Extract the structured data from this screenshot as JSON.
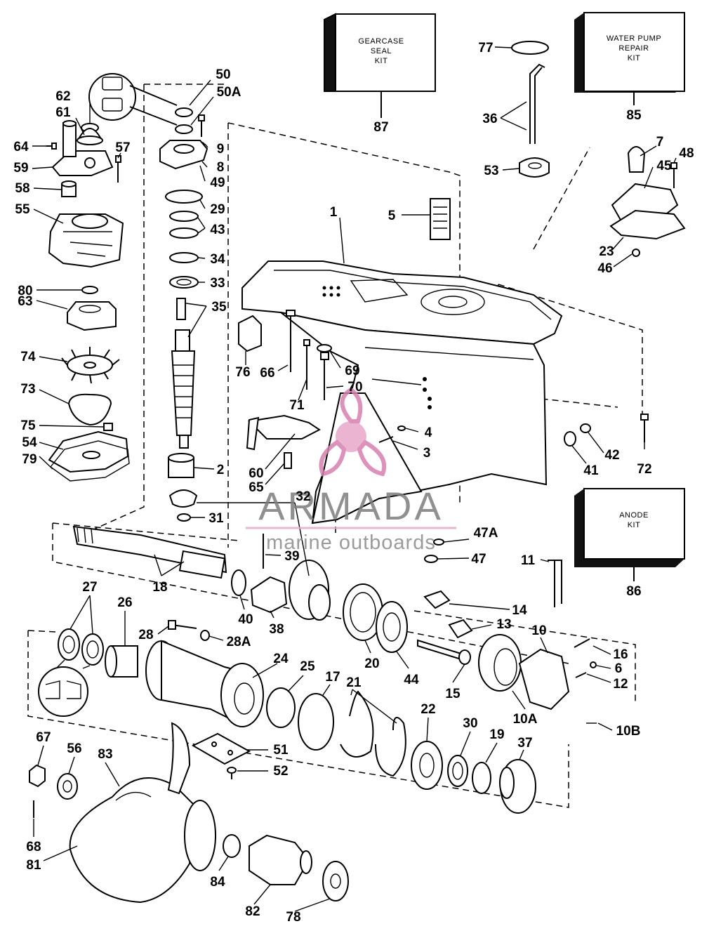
{
  "kits": {
    "gearcase_seal": [
      "GEARCASE",
      "SEAL",
      "KIT"
    ],
    "water_pump_repair": [
      "WATER PUMP",
      "REPAIR",
      "KIT"
    ],
    "anode": [
      "ANODE",
      "KIT"
    ]
  },
  "callouts": {
    "p1": "1",
    "p2": "2",
    "p3": "3",
    "p4": "4",
    "p5": "5",
    "p6": "6",
    "p7": "7",
    "p8": "8",
    "p9": "9",
    "p10": "10",
    "p10A": "10A",
    "p10B": "10B",
    "p11": "11",
    "p12": "12",
    "p13": "13",
    "p14": "14",
    "p15": "15",
    "p16": "16",
    "p17": "17",
    "p18": "18",
    "p19": "19",
    "p20": "20",
    "p21": "21",
    "p22": "22",
    "p23": "23",
    "p24": "24",
    "p25": "25",
    "p26": "26",
    "p27": "27",
    "p28": "28",
    "p28A": "28A",
    "p29": "29",
    "p30": "30",
    "p31": "31",
    "p32": "32",
    "p33": "33",
    "p34": "34",
    "p35": "35",
    "p36": "36",
    "p37": "37",
    "p38": "38",
    "p39": "39",
    "p40": "40",
    "p41": "41",
    "p42": "42",
    "p43": "43",
    "p44": "44",
    "p45": "45",
    "p46": "46",
    "p47": "47",
    "p47A": "47A",
    "p48": "48",
    "p49": "49",
    "p50": "50",
    "p50A": "50A",
    "p51": "51",
    "p52": "52",
    "p53": "53",
    "p54": "54",
    "p55": "55",
    "p56": "56",
    "p57": "57",
    "p58": "58",
    "p59": "59",
    "p60": "60",
    "p61": "61",
    "p62": "62",
    "p63": "63",
    "p64": "64",
    "p65": "65",
    "p66": "66",
    "p67": "67",
    "p68": "68",
    "p69": "69",
    "p70": "70",
    "p71": "71",
    "p72": "72",
    "p73": "73",
    "p74": "74",
    "p75": "75",
    "p76": "76",
    "p77": "77",
    "p78": "78",
    "p79": "79",
    "p80": "80",
    "p81": "81",
    "p82": "82",
    "p83": "83",
    "p84": "84",
    "p85": "85",
    "p86": "86",
    "p87": "87"
  },
  "watermark": {
    "brand": "ARMADA",
    "tagline": "marine outboards",
    "colors": {
      "logo_pink": "#e8a8c8",
      "logo_pink_dark": "#d77fae",
      "text_grey": "#7d7d7d"
    }
  }
}
